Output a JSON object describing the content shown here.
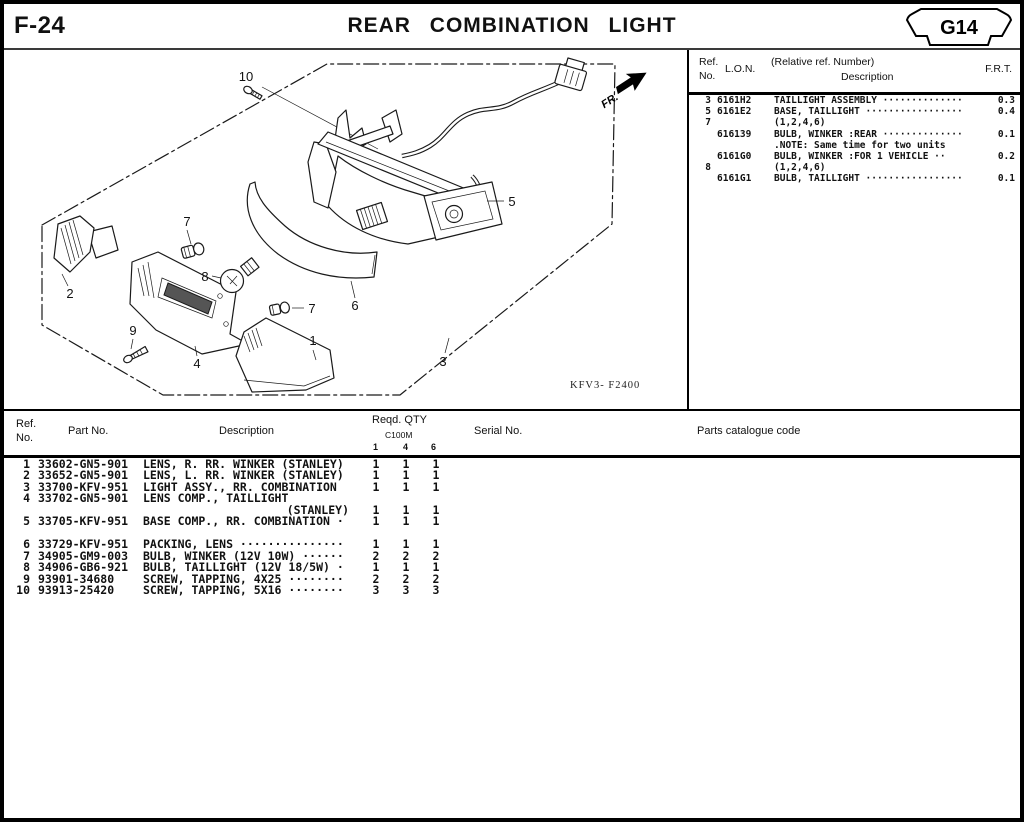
{
  "header": {
    "page_ref": "F-24",
    "title": "REAR  COMBINATION  LIGHT",
    "plate_code": "G14"
  },
  "ref_table": {
    "headers": {
      "ref_line1": "Ref.",
      "ref_line2": "No.",
      "lon": "L.O.N.",
      "desc_line1": "(Relative ref. Number)",
      "desc_line2": "Description",
      "frt": "F.R.T."
    },
    "rows": [
      {
        "ref": "3",
        "lon": "6161H2",
        "desc": "TAILLIGHT ASSEMBLY ··············",
        "frt": "0.3"
      },
      {
        "ref": "5",
        "lon": "6161E2",
        "desc": "BASE, TAILLIGHT ·················",
        "frt": "0.4"
      },
      {
        "ref": "7",
        "lon": "",
        "desc": "(1,2,4,6)",
        "frt": ""
      },
      {
        "ref": "",
        "lon": "616139",
        "desc": "BULB, WINKER :REAR ··············",
        "frt": "0.1"
      },
      {
        "ref": "",
        "lon": "",
        "desc": ".NOTE: Same time for two units",
        "frt": ""
      },
      {
        "ref": "",
        "lon": "6161G0",
        "desc": "BULB, WINKER :FOR 1 VEHICLE ··",
        "frt": "0.2"
      },
      {
        "ref": "8",
        "lon": "",
        "desc": "(1,2,4,6)",
        "frt": ""
      },
      {
        "ref": "",
        "lon": "6161G1",
        "desc": "BULB, TAILLIGHT ·················",
        "frt": "0.1"
      }
    ]
  },
  "diagram": {
    "fr_label": "FR.",
    "drawing_code": "KFV3- F2400",
    "callouts": {
      "c10": "10",
      "c5": "5",
      "c2": "2",
      "c7a": "7",
      "c8": "8",
      "c6": "6",
      "c7b": "7",
      "c9": "9",
      "c4": "4",
      "c1": "1",
      "c3": "3"
    }
  },
  "parts_table": {
    "headers": {
      "ref_line1": "Ref.",
      "ref_line2": "No.",
      "part_no": "Part No.",
      "description": "Description",
      "reqd_qty": "Reqd. QTY",
      "model": "C100M",
      "qty_col_1": "1",
      "qty_col_2": "4",
      "qty_col_3": "6",
      "serial_no": "Serial No.",
      "catalogue_code": "Parts catalogue code"
    },
    "rows": [
      {
        "ref": "1",
        "part": "33602-GN5-901",
        "desc": "LENS, R. RR. WINKER (STANLEY)",
        "q1": "1",
        "q4": "1",
        "q6": "1"
      },
      {
        "ref": "2",
        "part": "33652-GN5-901",
        "desc": "LENS, L. RR. WINKER (STANLEY)",
        "q1": "1",
        "q4": "1",
        "q6": "1"
      },
      {
        "ref": "3",
        "part": "33700-KFV-951",
        "desc": "LIGHT ASSY., RR. COMBINATION",
        "q1": "1",
        "q4": "1",
        "q6": "1"
      },
      {
        "ref": "4",
        "part": "33702-GN5-901",
        "desc": "LENS COMP., TAILLIGHT",
        "q1": "",
        "q4": "",
        "q6": ""
      },
      {
        "ref": "",
        "part": "",
        "desc": "(STANLEY)",
        "q1": "1",
        "q4": "1",
        "q6": "1"
      },
      {
        "ref": "5",
        "part": "33705-KFV-951",
        "desc": "BASE COMP., RR. COMBINATION ·",
        "q1": "1",
        "q4": "1",
        "q6": "1"
      },
      {
        "ref": "6",
        "part": "33729-KFV-951",
        "desc": "PACKING, LENS ···············",
        "q1": "1",
        "q4": "1",
        "q6": "1"
      },
      {
        "ref": "7",
        "part": "34905-GM9-003",
        "desc": "BULB, WINKER (12V 10W) ······",
        "q1": "2",
        "q4": "2",
        "q6": "2"
      },
      {
        "ref": "8",
        "part": "34906-GB6-921",
        "desc": "BULB, TAILLIGHT (12V 18/5W) ·",
        "q1": "1",
        "q4": "1",
        "q6": "1"
      },
      {
        "ref": "9",
        "part": "93901-34680",
        "desc": "SCREW, TAPPING, 4X25 ········",
        "q1": "2",
        "q4": "2",
        "q6": "2"
      },
      {
        "ref": "10",
        "part": "93913-25420",
        "desc": "SCREW, TAPPING, 5X16 ········",
        "q1": "3",
        "q4": "3",
        "q6": "3"
      }
    ]
  }
}
